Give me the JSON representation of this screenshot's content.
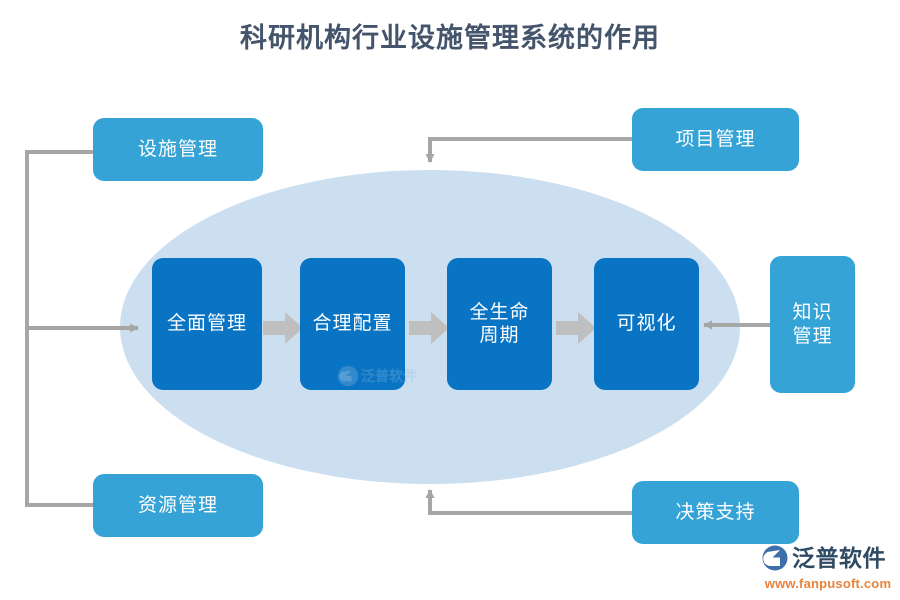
{
  "title": "科研机构行业设施管理系统的作用",
  "colors": {
    "title_text": "#44546a",
    "outer_node_fill": "#35a3d6",
    "core_node_fill": "#0a74c4",
    "ellipse_fill": "#cbdff0",
    "connector_line": "#a6a6a6",
    "chevron_fill": "#bfbfbf",
    "node_text": "#ffffff",
    "brand_name_text": "#2f4b63",
    "brand_url_text": "#e8833a"
  },
  "ellipse": {
    "label": "core-capability-ellipse"
  },
  "outer_nodes": [
    {
      "id": "facility",
      "label": "设施管理"
    },
    {
      "id": "resource",
      "label": "资源管理"
    },
    {
      "id": "project",
      "label": "项目管理"
    },
    {
      "id": "decision",
      "label": "决策支持"
    },
    {
      "id": "knowledge",
      "label": "知识\n管理"
    }
  ],
  "core_nodes": [
    {
      "id": "comprehensive",
      "label": "全面管理"
    },
    {
      "id": "allocation",
      "label": "合理配置"
    },
    {
      "id": "lifecycle",
      "label": "全生命\n周期"
    },
    {
      "id": "visualize",
      "label": "可视化"
    }
  ],
  "connectors": [
    {
      "id": "facility-to-core",
      "from": "设施管理",
      "to": "全面管理",
      "style": "elbow-left-bus"
    },
    {
      "id": "resource-to-core",
      "from": "资源管理",
      "to": "全面管理",
      "style": "elbow-left-bus"
    },
    {
      "id": "project-to-core",
      "from": "项目管理",
      "to": "核心椭圆",
      "style": "elbow-down"
    },
    {
      "id": "decision-to-core",
      "from": "决策支持",
      "to": "核心椭圆",
      "style": "elbow-up"
    },
    {
      "id": "knowledge-to-core",
      "from": "知识管理",
      "to": "可视化",
      "style": "straight-left"
    },
    {
      "id": "flow-1",
      "from": "全面管理",
      "to": "合理配置",
      "style": "chevron"
    },
    {
      "id": "flow-2",
      "from": "合理配置",
      "to": "全生命周期",
      "style": "chevron"
    },
    {
      "id": "flow-3",
      "from": "全生命周期",
      "to": "可视化",
      "style": "chevron"
    }
  ],
  "brand": {
    "name": "泛普软件",
    "url": "www.fanpusoft.com"
  },
  "watermark": {
    "text": "泛普软件"
  }
}
